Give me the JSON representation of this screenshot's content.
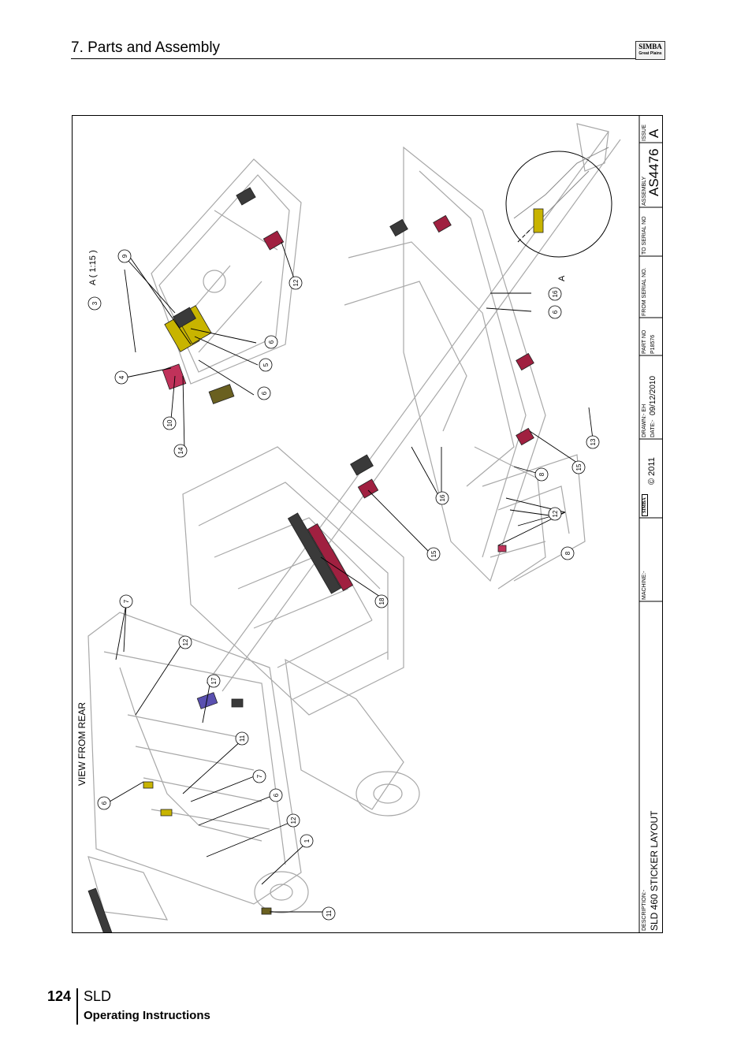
{
  "header": {
    "section_title": "7. Parts and Assembly",
    "logo_text": "SIMBA",
    "logo_subtext": "Great Plains"
  },
  "drawing": {
    "view_label": "VIEW FROM REAR",
    "detail_label": "A ( 1:15 )",
    "detail_marker": "A",
    "callouts": [
      "1",
      "3",
      "4",
      "5",
      "6",
      "6",
      "6",
      "6",
      "6",
      "7",
      "7",
      "8",
      "8",
      "9",
      "10",
      "11",
      "11",
      "12",
      "12",
      "12",
      "12",
      "13",
      "14",
      "15",
      "15",
      "16",
      "16",
      "17",
      "18"
    ]
  },
  "title_block": {
    "description_label": "DESCRIPTION:-",
    "description": "SLD 460 STICKER LAYOUT",
    "machine_label": "MACHINE:-",
    "machine": "",
    "copyright": "© 2011",
    "logo_text": "SIMBA",
    "drawn_label": "DRAWN:- EH",
    "date_label": "DATE:-",
    "date": "09/12/2010",
    "part_no_label": "PART NO",
    "part_no": "P18576",
    "from_serial_label": "FROM SERIAL NO.",
    "to_serial_label": "TO SERIAL NO",
    "assembly_label": "ASSEMBLY",
    "assembly": "AS4476",
    "issue_label": "ISSUE",
    "issue": "A"
  },
  "footer": {
    "page_number": "124",
    "model": "SLD",
    "subtitle": "Operating Instructions"
  },
  "colors": {
    "line": "#9a9a9a",
    "sticker_yellow": "#c8b400",
    "sticker_red": "#c0325a",
    "sticker_dark": "#3a3a3a",
    "sticker_purple": "#5a50b0"
  }
}
